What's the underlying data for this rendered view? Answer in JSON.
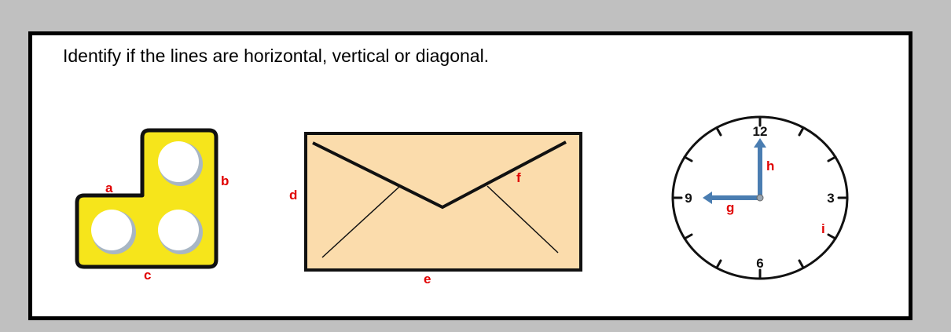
{
  "instruction": "Identify if the lines are horizontal, vertical or diagonal.",
  "labels": {
    "a": "a",
    "b": "b",
    "c": "c",
    "d": "d",
    "e": "e",
    "f": "f",
    "g": "g",
    "h": "h",
    "i": "i"
  },
  "clock": {
    "numbers": {
      "twelve": "12",
      "three": "3",
      "six": "6",
      "nine": "9"
    }
  },
  "colors": {
    "background": "#c0c0c0",
    "lego_yellow": "#f6e51b",
    "envelope": "#fbdcac",
    "clock_hands": "#4a7db1",
    "label_red": "#e00000"
  },
  "icons": [
    "lego-brick-icon",
    "envelope-icon",
    "clock-icon"
  ]
}
